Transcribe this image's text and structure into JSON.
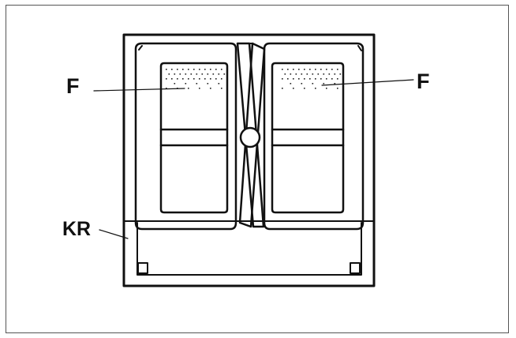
{
  "labels": {
    "filter_left": "F",
    "filter_right": "F",
    "frame": "KR"
  },
  "colors": {
    "line": "#111111",
    "border": "#555555"
  }
}
